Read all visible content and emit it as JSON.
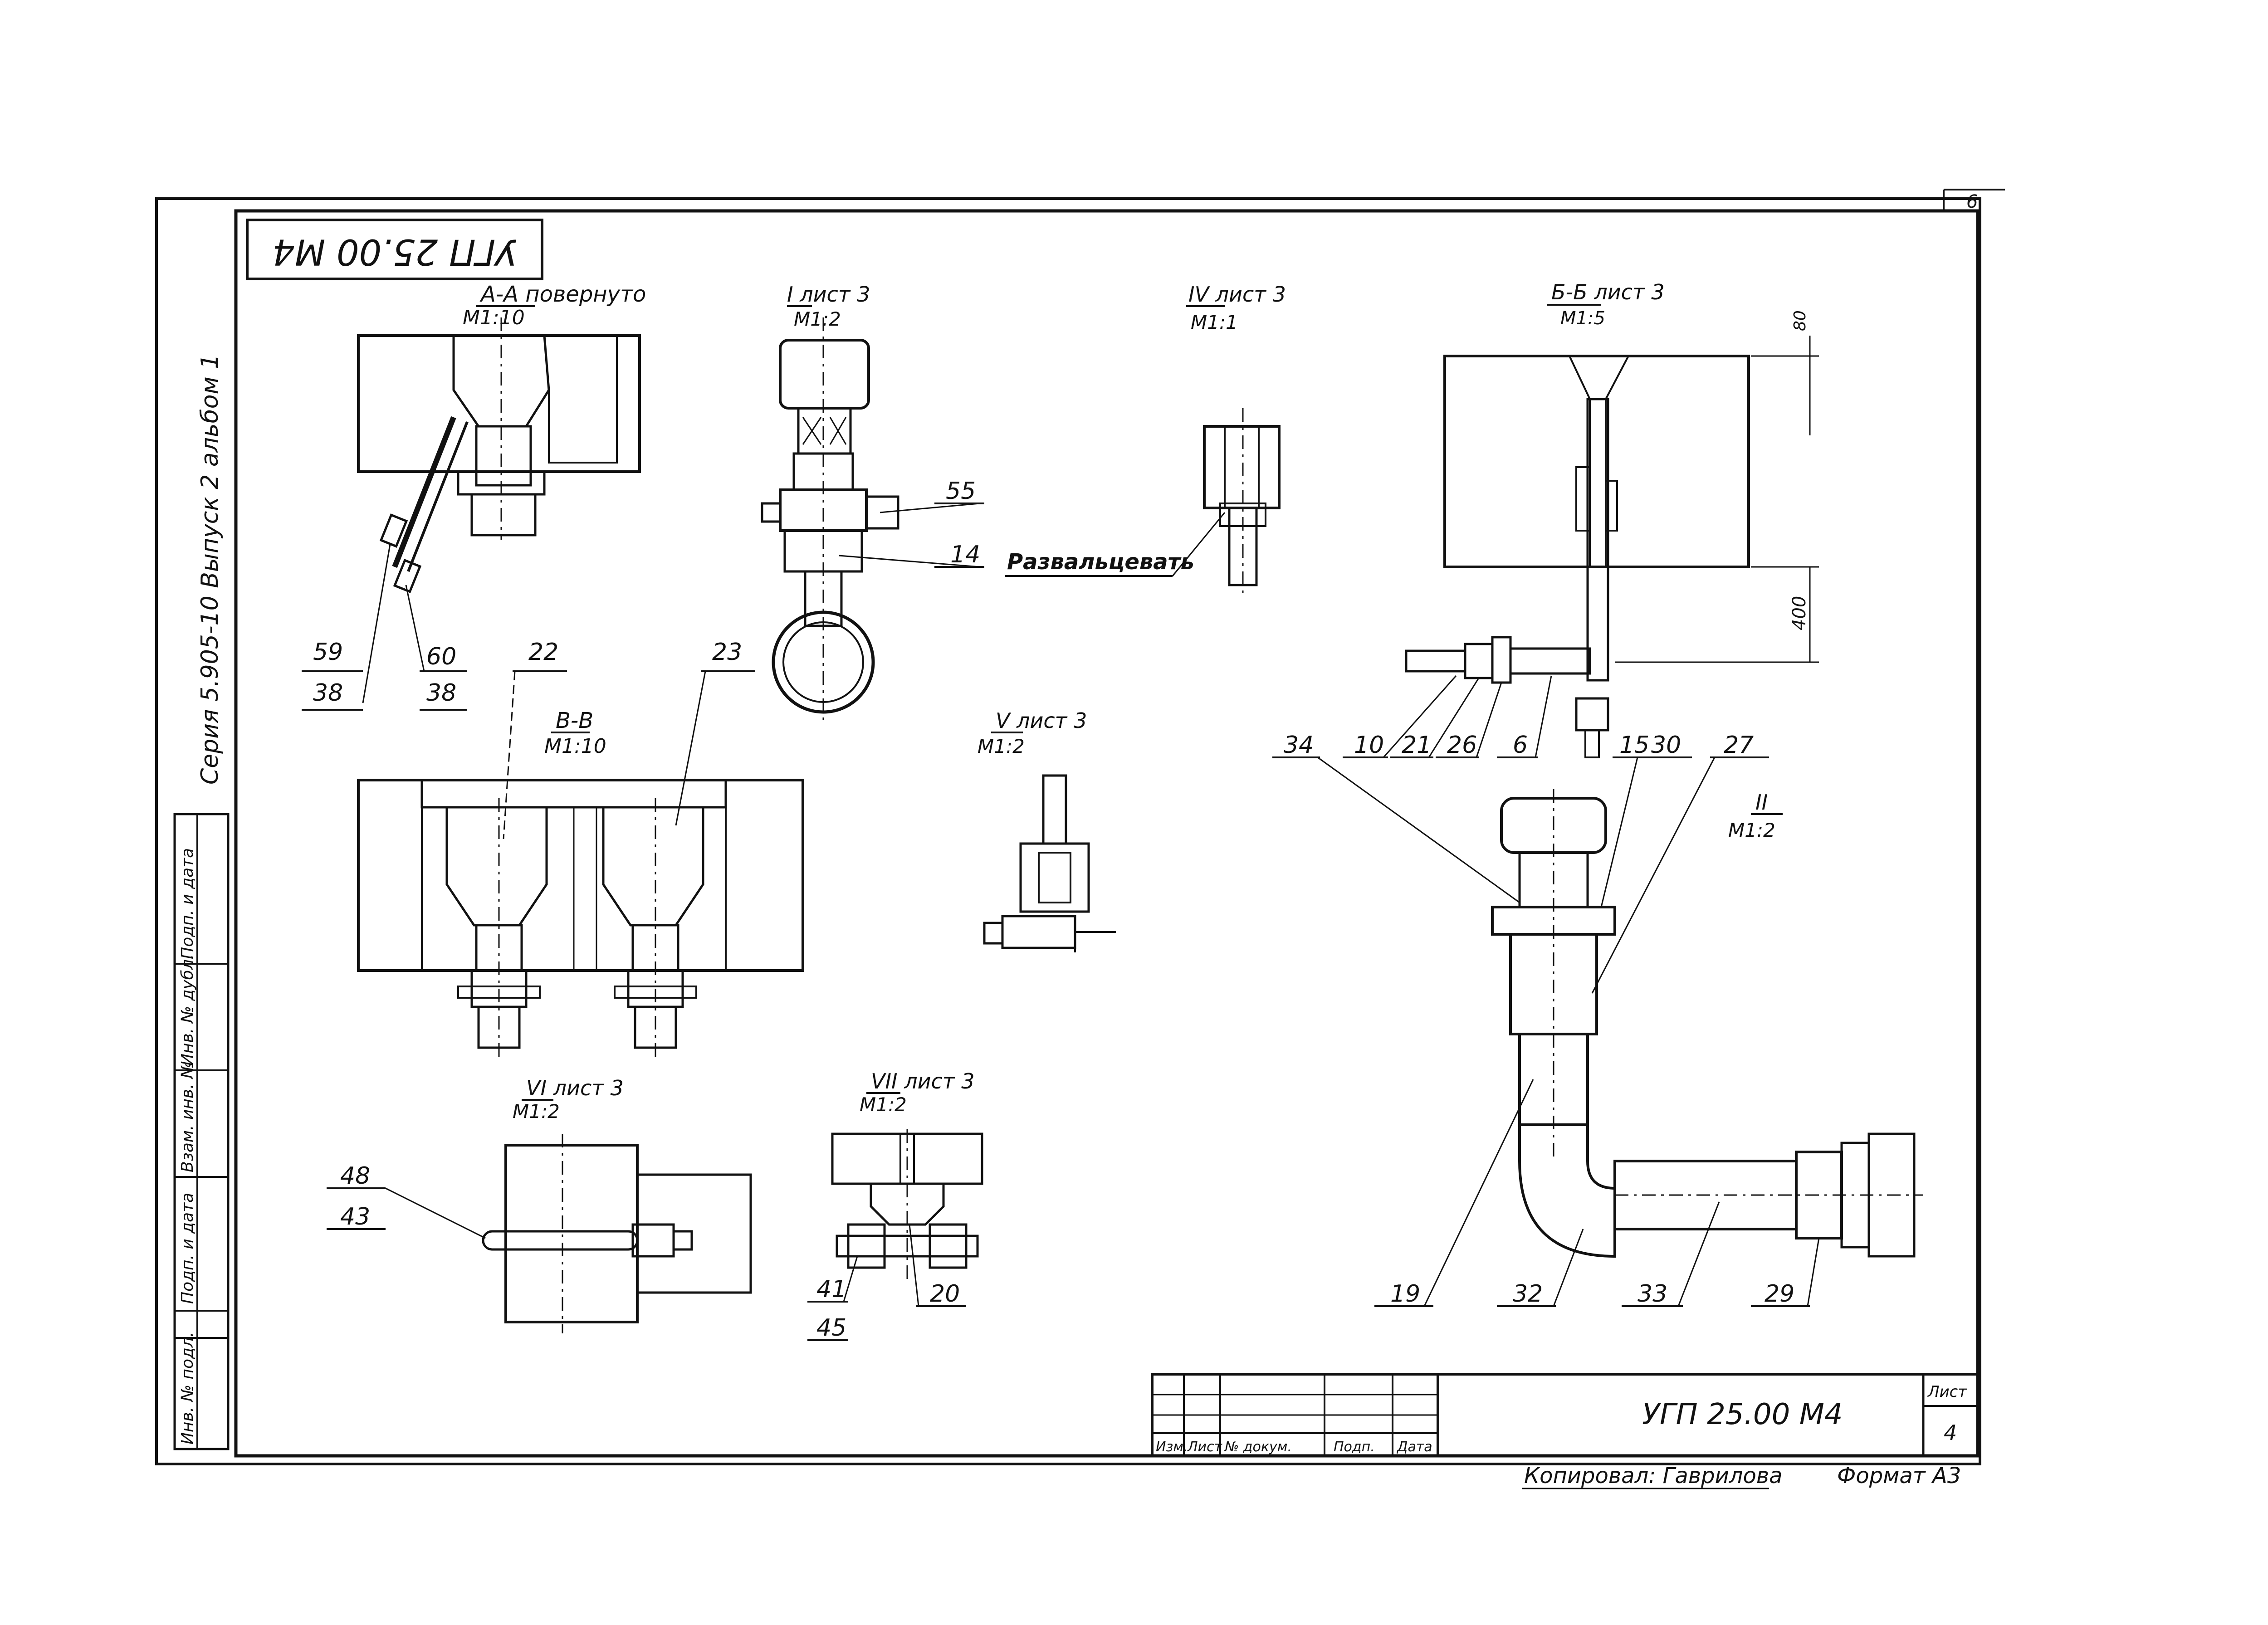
{
  "sheet": {
    "code_stamp": "УГП 25.00 М4",
    "corner_number": "6",
    "series_label": "Серия 5.905-10   Выпуск 2   альбом 1"
  },
  "left_stamp": {
    "cells": [
      "Инв. № подл.",
      "Подп. и дата",
      "Взам. инв. №",
      "Инв. № дубл.",
      "Подп. и дата"
    ]
  },
  "views": {
    "aa": {
      "title": "А-А повернуто",
      "scale": "М1:10"
    },
    "i": {
      "title": "I  лист 3",
      "scale": "М1:2"
    },
    "iv": {
      "title": "IV  лист 3",
      "scale": "М1:1"
    },
    "bb": {
      "title": "Б-Б  лист 3",
      "scale": "М1:5"
    },
    "vv": {
      "title": "В-В",
      "scale": "М1:10"
    },
    "v": {
      "title": "V  лист 3",
      "scale": "М1:2"
    },
    "ii": {
      "title": "II",
      "scale": "М1:2"
    },
    "vi": {
      "title": "VI  лист 3",
      "scale": "М1:2"
    },
    "vii": {
      "title": "VII  лист 3",
      "scale": "М1:2"
    }
  },
  "dimensions": {
    "top": "80",
    "vertical": "400"
  },
  "note": "Развальцевать",
  "callouts": {
    "c55": "55",
    "c14": "14",
    "c59": "59",
    "c38a": "38",
    "c60": "60",
    "c38b": "38",
    "c22": "22",
    "c23": "23",
    "c34": "34",
    "c10": "10",
    "c21": "21",
    "c26": "26",
    "c6": "6",
    "c15": "15",
    "c30": "30",
    "c27": "27",
    "c19": "19",
    "c32": "32",
    "c33": "33",
    "c29": "29",
    "c48": "48",
    "c43": "43",
    "c41": "41",
    "c45": "45",
    "c20": "20"
  },
  "title_block": {
    "designation": "УГП 25.00 М4",
    "sheet_label": "Лист",
    "sheet_number": "4",
    "columns": [
      "Изм.",
      "Лист",
      "№ докум.",
      "Подп.",
      "Дата"
    ]
  },
  "footer": {
    "copied_by": "Копировал: Гаврилова",
    "format": "Формат А3"
  }
}
